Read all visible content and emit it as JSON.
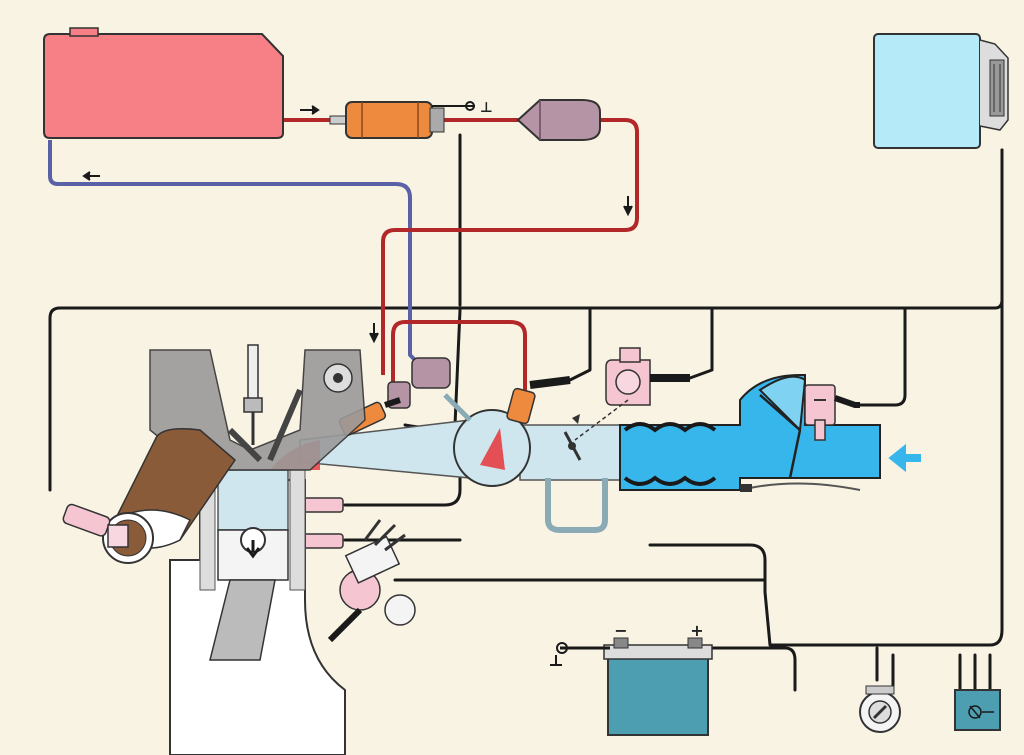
{
  "battery": {
    "minus_label": "−",
    "plus_label": "+"
  },
  "ground_symbol": "⊥",
  "colors": {
    "background": "#f8f3e3",
    "fuel_tank": "#f78087",
    "fuel_pump": "#ee8a3e",
    "fuel_filter": "#b595a5",
    "ecu": "#b5ebf8",
    "air_intake": "#37b6ec",
    "intake_manifold": "#cfe6ee",
    "battery": "#4d9eb1",
    "supply_line": "#b22727",
    "return_line": "#5a62a7",
    "wiring": "#1a1a1a",
    "exhaust_pipe": "#8a5b39",
    "injector_spray": "#e8323a",
    "sensor_pink": "#f5c5d2",
    "cylinder_head": "#9a9a9a"
  },
  "flow_arrows": [
    "arrow-right",
    "arrow-left",
    "arrow-down",
    "arrow-down",
    "arrow-left-intake"
  ],
  "icons": [
    "ground-icon",
    "spark-plug-icon",
    "battery-icon",
    "ignition-switch-icon",
    "relay-icon",
    "distributor-icon",
    "lambda-sensor-icon",
    "throttle-switch-icon",
    "temperature-sensor-icon"
  ]
}
